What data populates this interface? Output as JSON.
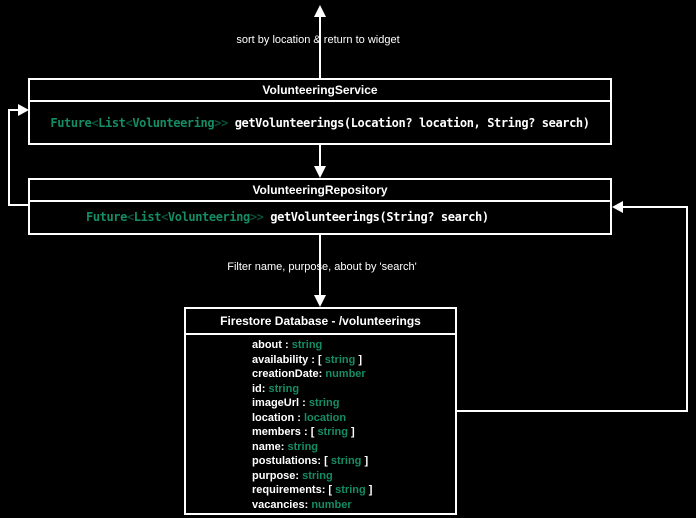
{
  "colors": {
    "background": "#000000",
    "line": "#ffffff",
    "text": "#ffffff",
    "type_green": "#148c64",
    "bracket_green": "#0a503c"
  },
  "labels": {
    "top": "sort by location & return to widget",
    "filter": "Filter name, purpose, about by 'search'"
  },
  "nodes": {
    "service": {
      "title": "VolunteeringService",
      "return_type": "Future<List<Volunteering>>",
      "method": "getVolunteerings(Location? location, String? search)"
    },
    "repository": {
      "title": "VolunteeringRepository",
      "return_type": "Future<List<Volunteering>>",
      "method": "getVolunteerings(String? search)"
    },
    "firestore": {
      "title": "Firestore Database - /volunteerings",
      "fields": [
        {
          "name": "about",
          "sep": " : ",
          "type": "string",
          "list": false
        },
        {
          "name": "availability",
          "sep": " : ",
          "type": "string",
          "list": true
        },
        {
          "name": "creationDate",
          "sep": ": ",
          "type": "number",
          "list": false
        },
        {
          "name": "id",
          "sep": ": ",
          "type": "string",
          "list": false
        },
        {
          "name": "imageUrl",
          "sep": " : ",
          "type": "string",
          "list": false
        },
        {
          "name": "location",
          "sep": " : ",
          "type": "location",
          "list": false
        },
        {
          "name": "members",
          "sep": " : ",
          "type": "string",
          "list": true
        },
        {
          "name": "name",
          "sep": ": ",
          "type": "string",
          "list": false
        },
        {
          "name": "postulations",
          "sep": ": ",
          "type": "string",
          "list": true
        },
        {
          "name": "purpose",
          "sep": ": ",
          "type": "string",
          "list": false
        },
        {
          "name": "requirements",
          "sep": ": ",
          "type": "string",
          "list": true
        },
        {
          "name": "vacancies",
          "sep": ": ",
          "type": "number",
          "list": false
        }
      ]
    }
  }
}
